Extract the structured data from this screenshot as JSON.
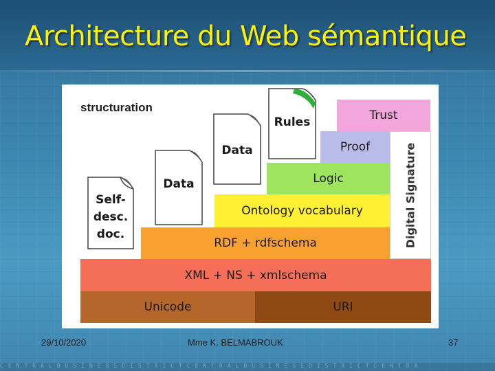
{
  "slide": {
    "title": "Architecture du Web sémantique",
    "footer_date": "29/10/2020",
    "footer_author": "Mme K. BELMABROUK",
    "footer_page": "37",
    "bottom_strip": "CENTRALBUSINESSDISTRICTCENTRALBUSINESSDISTRICTCENTRA"
  },
  "diagram": {
    "corner_label": "structuration",
    "layers": {
      "unicode": "Unicode",
      "uri": "URI",
      "xml": "XML + NS + xmlschema",
      "rdf": "RDF + rdfschema",
      "ontology": "Ontology vocabulary",
      "logic": "Logic",
      "proof": "Proof",
      "trust": "Trust",
      "signature": "Digital Signature"
    },
    "documents": {
      "selfdesc_line1": "Self-",
      "selfdesc_line2": "desc.",
      "selfdesc_line3": "doc.",
      "data1": "Data",
      "data2": "Data",
      "rules": "Rules"
    },
    "colors": {
      "unicode": "#b5662a",
      "uri": "#8f4a14",
      "xml": "#f56f58",
      "rdf": "#f9a12e",
      "ontology": "#fff033",
      "logic": "#9ee45e",
      "proof": "#b9bce9",
      "trust": "#f3a6dc",
      "rules_tab": "#2fae3a"
    }
  }
}
